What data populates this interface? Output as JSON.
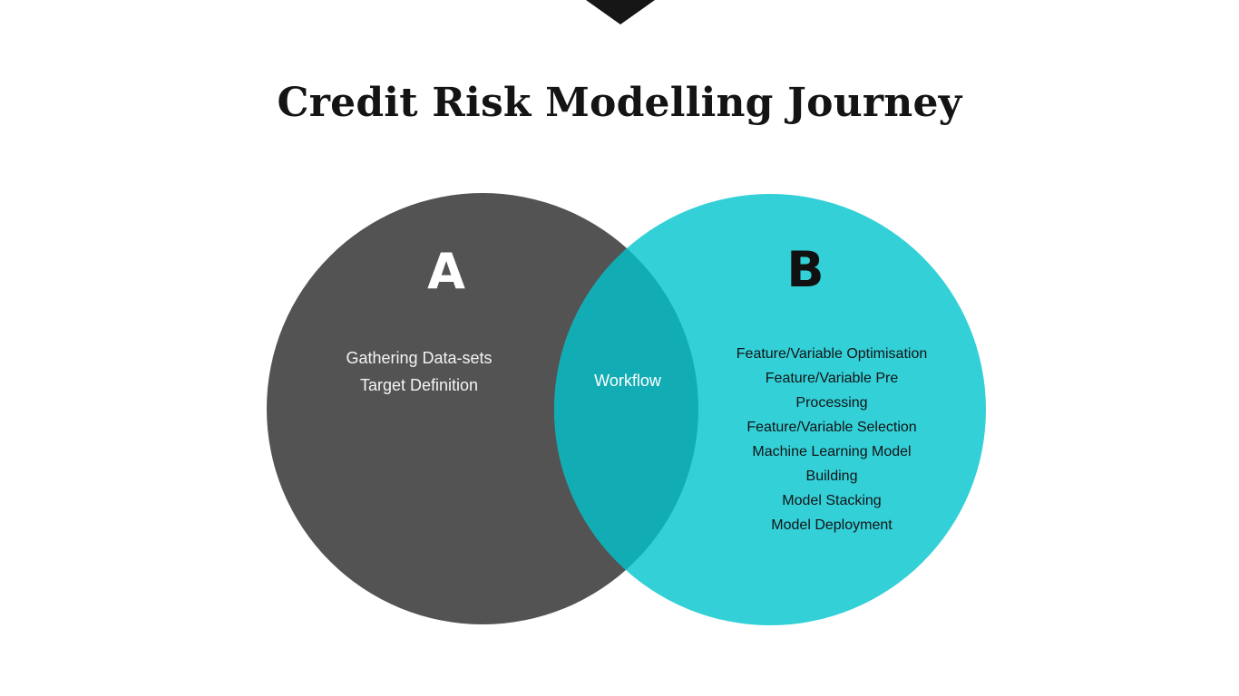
{
  "title": "Credit Risk Modelling Journey",
  "colors": {
    "circle_a": "#535353",
    "circle_b": "#33d0d8",
    "overlap": "#12adb4",
    "top_marker": "#161616"
  },
  "circle_a": {
    "letter": "A",
    "items": [
      "Gathering Data-sets",
      "Target Definition"
    ]
  },
  "circle_b": {
    "letter": "B",
    "items": [
      "Feature/Variable Optimisation",
      "Feature/Variable Pre",
      "Processing",
      "Feature/Variable Selection",
      "Machine Learning Model",
      "Building",
      "Model Stacking",
      "Model Deployment"
    ]
  },
  "overlap": {
    "label": "Workflow"
  }
}
